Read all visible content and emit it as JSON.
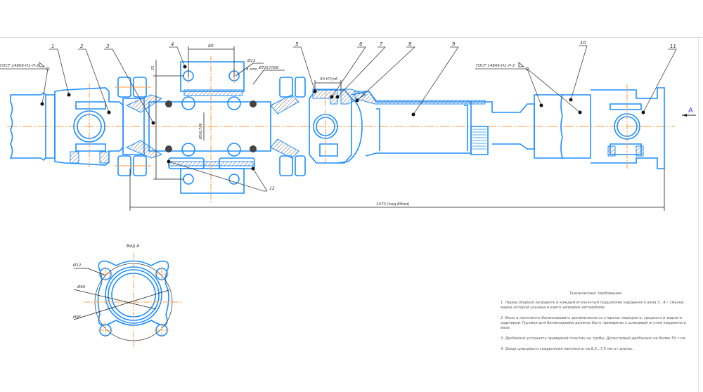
{
  "drawing": {
    "title": "Driveshaft assembly drawing",
    "colors": {
      "part": "#1e8fff",
      "centerline": "#ff9a3c",
      "dimension": "#222222",
      "hatch": "#555555",
      "section_label": "#3a3aff"
    },
    "callouts": [
      {
        "id": "1",
        "label": "1"
      },
      {
        "id": "2",
        "label": "2"
      },
      {
        "id": "3",
        "label": "3"
      },
      {
        "id": "4",
        "label": "4"
      },
      {
        "id": "5",
        "label": "5"
      },
      {
        "id": "6",
        "label": "6"
      },
      {
        "id": "7",
        "label": "7"
      },
      {
        "id": "8",
        "label": "8"
      },
      {
        "id": "9",
        "label": "9"
      },
      {
        "id": "10",
        "label": "10"
      },
      {
        "id": "11",
        "label": "11"
      },
      {
        "id": "12",
        "label": "12"
      }
    ],
    "weld_symbol_left": "ГОСТ 14806-Н1-Л-3",
    "weld_symbol_right": "ГОСТ 14806-Н1-Л-3",
    "dimensions": {
      "bracket_spacing": "80",
      "bracket_height": "23",
      "bolt_hole": "Ø13",
      "bolt_hole_count": "4 отв.",
      "bearing_fit": "Ø72L7/l06",
      "shaft_fit": "Ø50L7/l6",
      "seal_fit": "30 H7/n6",
      "overall_length": "1472 (ход 80мм)"
    },
    "section_label": "A",
    "view_a": {
      "title": "Вид А",
      "dim_hole": "Ø12",
      "dim_inner": "Ø60",
      "dim_bolt_circle": "Ø95"
    },
    "technical_requirements": {
      "title": "Технические требования",
      "items": [
        "1. Перед сборкой заправить в каждый игольчатый подшипник карданного вала 3...4 г смазки, марка которой указана в карте заправки автомобиля.",
        "2. Валы в комплекте балансировать динамически со стороны переднего, среднего и заднего шарниров. Грузики для балансировки должны быть приварены к шлицевой втулке карданного вала.",
        "3. Дисбаланс устранять приваркой пластин на трубы. Допустимый дисбаланс не более 50 г·см.",
        "4. Зазор шлицевого соединения заполнить на 6,5...7,5 мм от длины."
      ]
    }
  }
}
